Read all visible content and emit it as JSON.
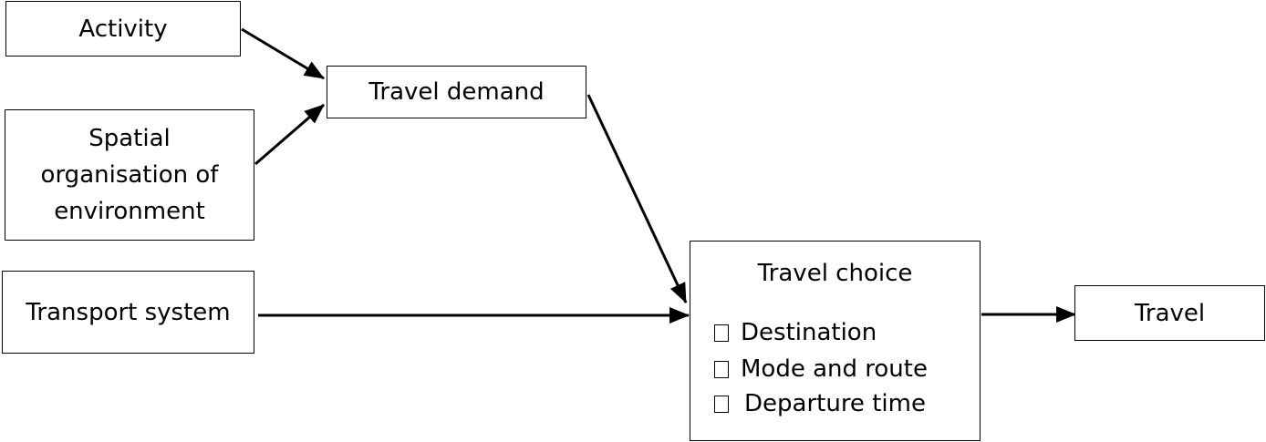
{
  "nodes": {
    "activity": "Activity",
    "travel_demand": "Travel demand",
    "spatial": [
      "Spatial",
      "organisation of",
      "environment"
    ],
    "transport_system": "Transport system",
    "travel_choice": {
      "title": "Travel choice",
      "items": [
        "Destination",
        "Mode and route",
        "Departure time"
      ]
    },
    "travel": "Travel"
  },
  "edges": [
    {
      "from": "Activity",
      "to": "Travel demand"
    },
    {
      "from": "Spatial organisation of environment",
      "to": "Travel demand"
    },
    {
      "from": "Travel demand",
      "to": "Travel choice"
    },
    {
      "from": "Transport system",
      "to": "Travel choice"
    },
    {
      "from": "Travel choice",
      "to": "Travel"
    }
  ],
  "colors": {
    "stroke": "#000000",
    "background": "#ffffff"
  }
}
